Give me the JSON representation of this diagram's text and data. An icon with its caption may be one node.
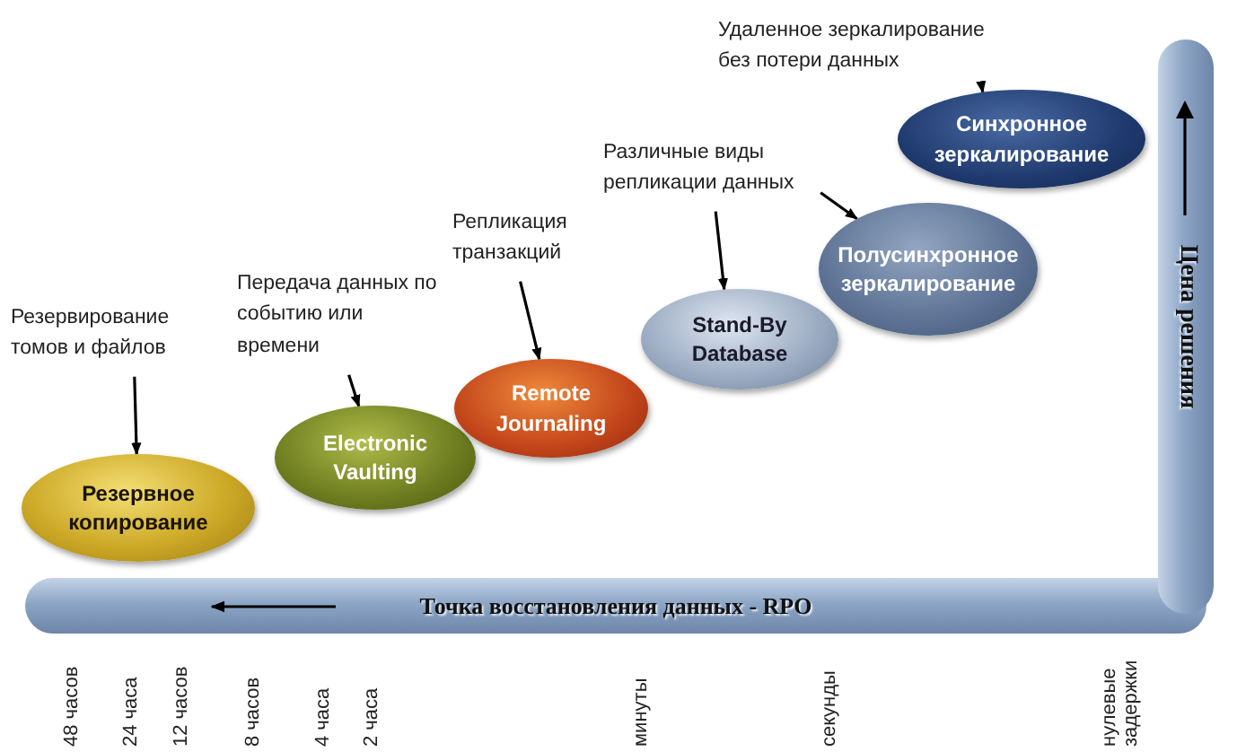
{
  "diagram": {
    "nodes": [
      {
        "text": [
          "Резервное копирование"
        ]
      },
      {
        "text": [
          "Electronic Vaulting"
        ]
      },
      {
        "text": [
          "Remote Journaling"
        ]
      },
      {
        "text": [
          "Stand-By Database"
        ]
      },
      {
        "text": [
          "Полусинхронное зеркалирование"
        ]
      },
      {
        "text": [
          "Синхронное зеркалирование"
        ]
      },
      {
        "text": [
          "Резервирование томов и файлов"
        ]
      },
      {
        "text": [
          "Передача данных по событию или времени"
        ]
      },
      {
        "text": [
          "Репликация транзакций"
        ]
      },
      {
        "text": [
          "Различные виды репликации данных"
        ]
      },
      {
        "text": [
          "Удаленное зеркалирование без потери данных"
        ]
      },
      {
        "text": [
          "Точка восстановления данных - RPO"
        ]
      },
      {
        "text": [
          "Цена решения"
        ]
      }
    ],
    "edges": [
      {
        "from": 6,
        "to": 0,
        "arrow": "to"
      },
      {
        "from": 7,
        "to": 1,
        "arrow": "to"
      },
      {
        "from": 8,
        "to": 2,
        "arrow": "to"
      },
      {
        "from": 9,
        "to": 3,
        "arrow": "to"
      },
      {
        "from": 9,
        "to": 4,
        "arrow": "to"
      },
      {
        "from": 10,
        "to": 5,
        "arrow": "to"
      }
    ],
    "labels": [
      "48 часов",
      "24 часа",
      "12 часов",
      "8 часов",
      "4 часа",
      "2 часа",
      "минуты",
      "секунды",
      "нулевые задержки"
    ]
  }
}
